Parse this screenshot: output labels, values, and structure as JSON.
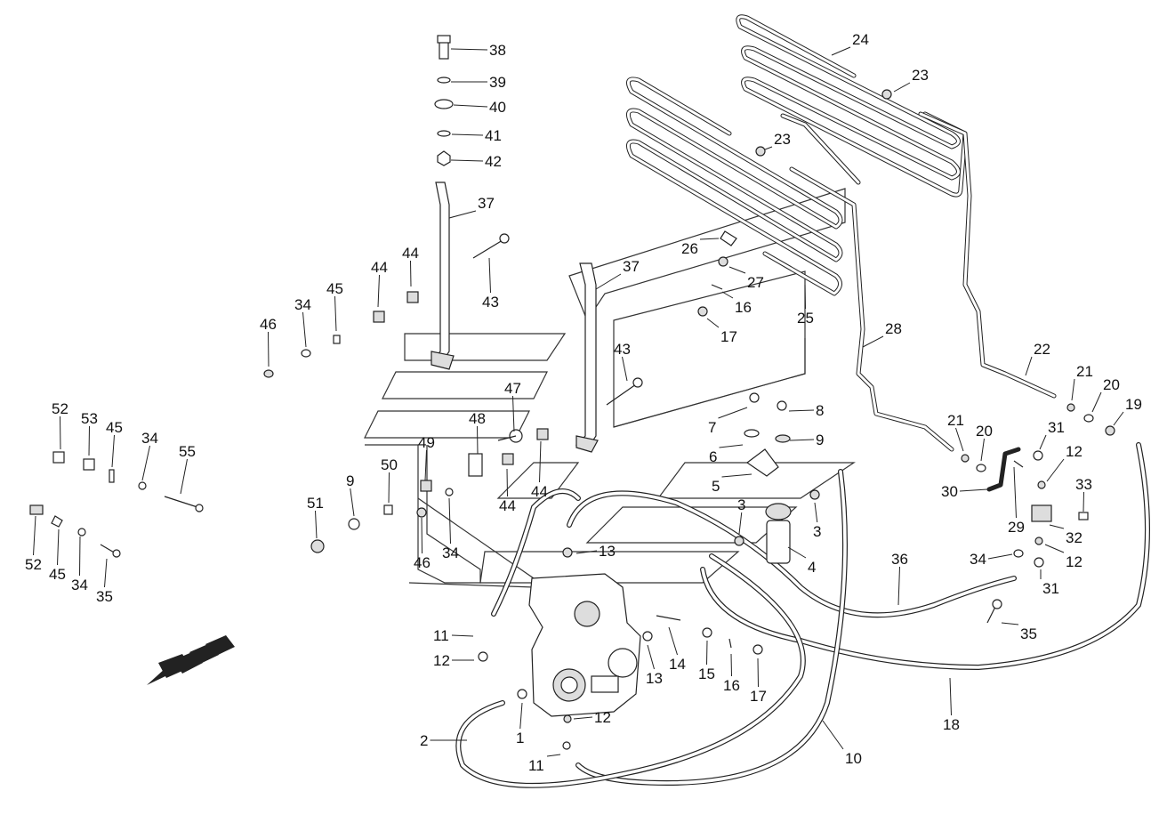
{
  "callouts": [
    {
      "id": "c1",
      "text": "1"
    },
    {
      "id": "c2",
      "text": "2"
    },
    {
      "id": "c3a",
      "text": "3"
    },
    {
      "id": "c3b",
      "text": "3"
    },
    {
      "id": "c4",
      "text": "4"
    },
    {
      "id": "c5",
      "text": "5"
    },
    {
      "id": "c6",
      "text": "6"
    },
    {
      "id": "c7",
      "text": "7"
    },
    {
      "id": "c8",
      "text": "8"
    },
    {
      "id": "c9a",
      "text": "9"
    },
    {
      "id": "c9b",
      "text": "9"
    },
    {
      "id": "c10",
      "text": "10"
    },
    {
      "id": "c11a",
      "text": "11"
    },
    {
      "id": "c11b",
      "text": "11"
    },
    {
      "id": "c12a",
      "text": "12"
    },
    {
      "id": "c12b",
      "text": "12"
    },
    {
      "id": "c12c",
      "text": "12"
    },
    {
      "id": "c12d",
      "text": "12"
    },
    {
      "id": "c13a",
      "text": "13"
    },
    {
      "id": "c13b",
      "text": "13"
    },
    {
      "id": "c14",
      "text": "14"
    },
    {
      "id": "c15",
      "text": "15"
    },
    {
      "id": "c16a",
      "text": "16"
    },
    {
      "id": "c16b",
      "text": "16"
    },
    {
      "id": "c17a",
      "text": "17"
    },
    {
      "id": "c17b",
      "text": "17"
    },
    {
      "id": "c18",
      "text": "18"
    },
    {
      "id": "c19",
      "text": "19"
    },
    {
      "id": "c20a",
      "text": "20"
    },
    {
      "id": "c20b",
      "text": "20"
    },
    {
      "id": "c21a",
      "text": "21"
    },
    {
      "id": "c21b",
      "text": "21"
    },
    {
      "id": "c22",
      "text": "22"
    },
    {
      "id": "c23a",
      "text": "23"
    },
    {
      "id": "c23b",
      "text": "23"
    },
    {
      "id": "c24",
      "text": "24"
    },
    {
      "id": "c25",
      "text": "25"
    },
    {
      "id": "c26",
      "text": "26"
    },
    {
      "id": "c27",
      "text": "27"
    },
    {
      "id": "c28",
      "text": "28"
    },
    {
      "id": "c29",
      "text": "29"
    },
    {
      "id": "c30",
      "text": "30"
    },
    {
      "id": "c31a",
      "text": "31"
    },
    {
      "id": "c31b",
      "text": "31"
    },
    {
      "id": "c32",
      "text": "32"
    },
    {
      "id": "c33",
      "text": "33"
    },
    {
      "id": "c34a",
      "text": "34"
    },
    {
      "id": "c34b",
      "text": "34"
    },
    {
      "id": "c34c",
      "text": "34"
    },
    {
      "id": "c34d",
      "text": "34"
    },
    {
      "id": "c34e",
      "text": "34"
    },
    {
      "id": "c35a",
      "text": "35"
    },
    {
      "id": "c35b",
      "text": "35"
    },
    {
      "id": "c36",
      "text": "36"
    },
    {
      "id": "c37a",
      "text": "37"
    },
    {
      "id": "c37b",
      "text": "37"
    },
    {
      "id": "c38",
      "text": "38"
    },
    {
      "id": "c39",
      "text": "39"
    },
    {
      "id": "c40",
      "text": "40"
    },
    {
      "id": "c41",
      "text": "41"
    },
    {
      "id": "c42",
      "text": "42"
    },
    {
      "id": "c43a",
      "text": "43"
    },
    {
      "id": "c43b",
      "text": "43"
    },
    {
      "id": "c44a",
      "text": "44"
    },
    {
      "id": "c44b",
      "text": "44"
    },
    {
      "id": "c44c",
      "text": "44"
    },
    {
      "id": "c44d",
      "text": "44"
    },
    {
      "id": "c45a",
      "text": "45"
    },
    {
      "id": "c45b",
      "text": "45"
    },
    {
      "id": "c45c",
      "text": "45"
    },
    {
      "id": "c46a",
      "text": "46"
    },
    {
      "id": "c46b",
      "text": "46"
    },
    {
      "id": "c47",
      "text": "47"
    },
    {
      "id": "c48",
      "text": "48"
    },
    {
      "id": "c49",
      "text": "49"
    },
    {
      "id": "c50",
      "text": "50"
    },
    {
      "id": "c51",
      "text": "51"
    },
    {
      "id": "c52a",
      "text": "52"
    },
    {
      "id": "c52b",
      "text": "52"
    },
    {
      "id": "c53",
      "text": "53"
    },
    {
      "id": "c55",
      "text": "55"
    }
  ],
  "direction_arrow": {
    "icon": "front-direction-arrow-icon"
  },
  "colors": {
    "line": "#222222",
    "background": "#ffffff"
  }
}
